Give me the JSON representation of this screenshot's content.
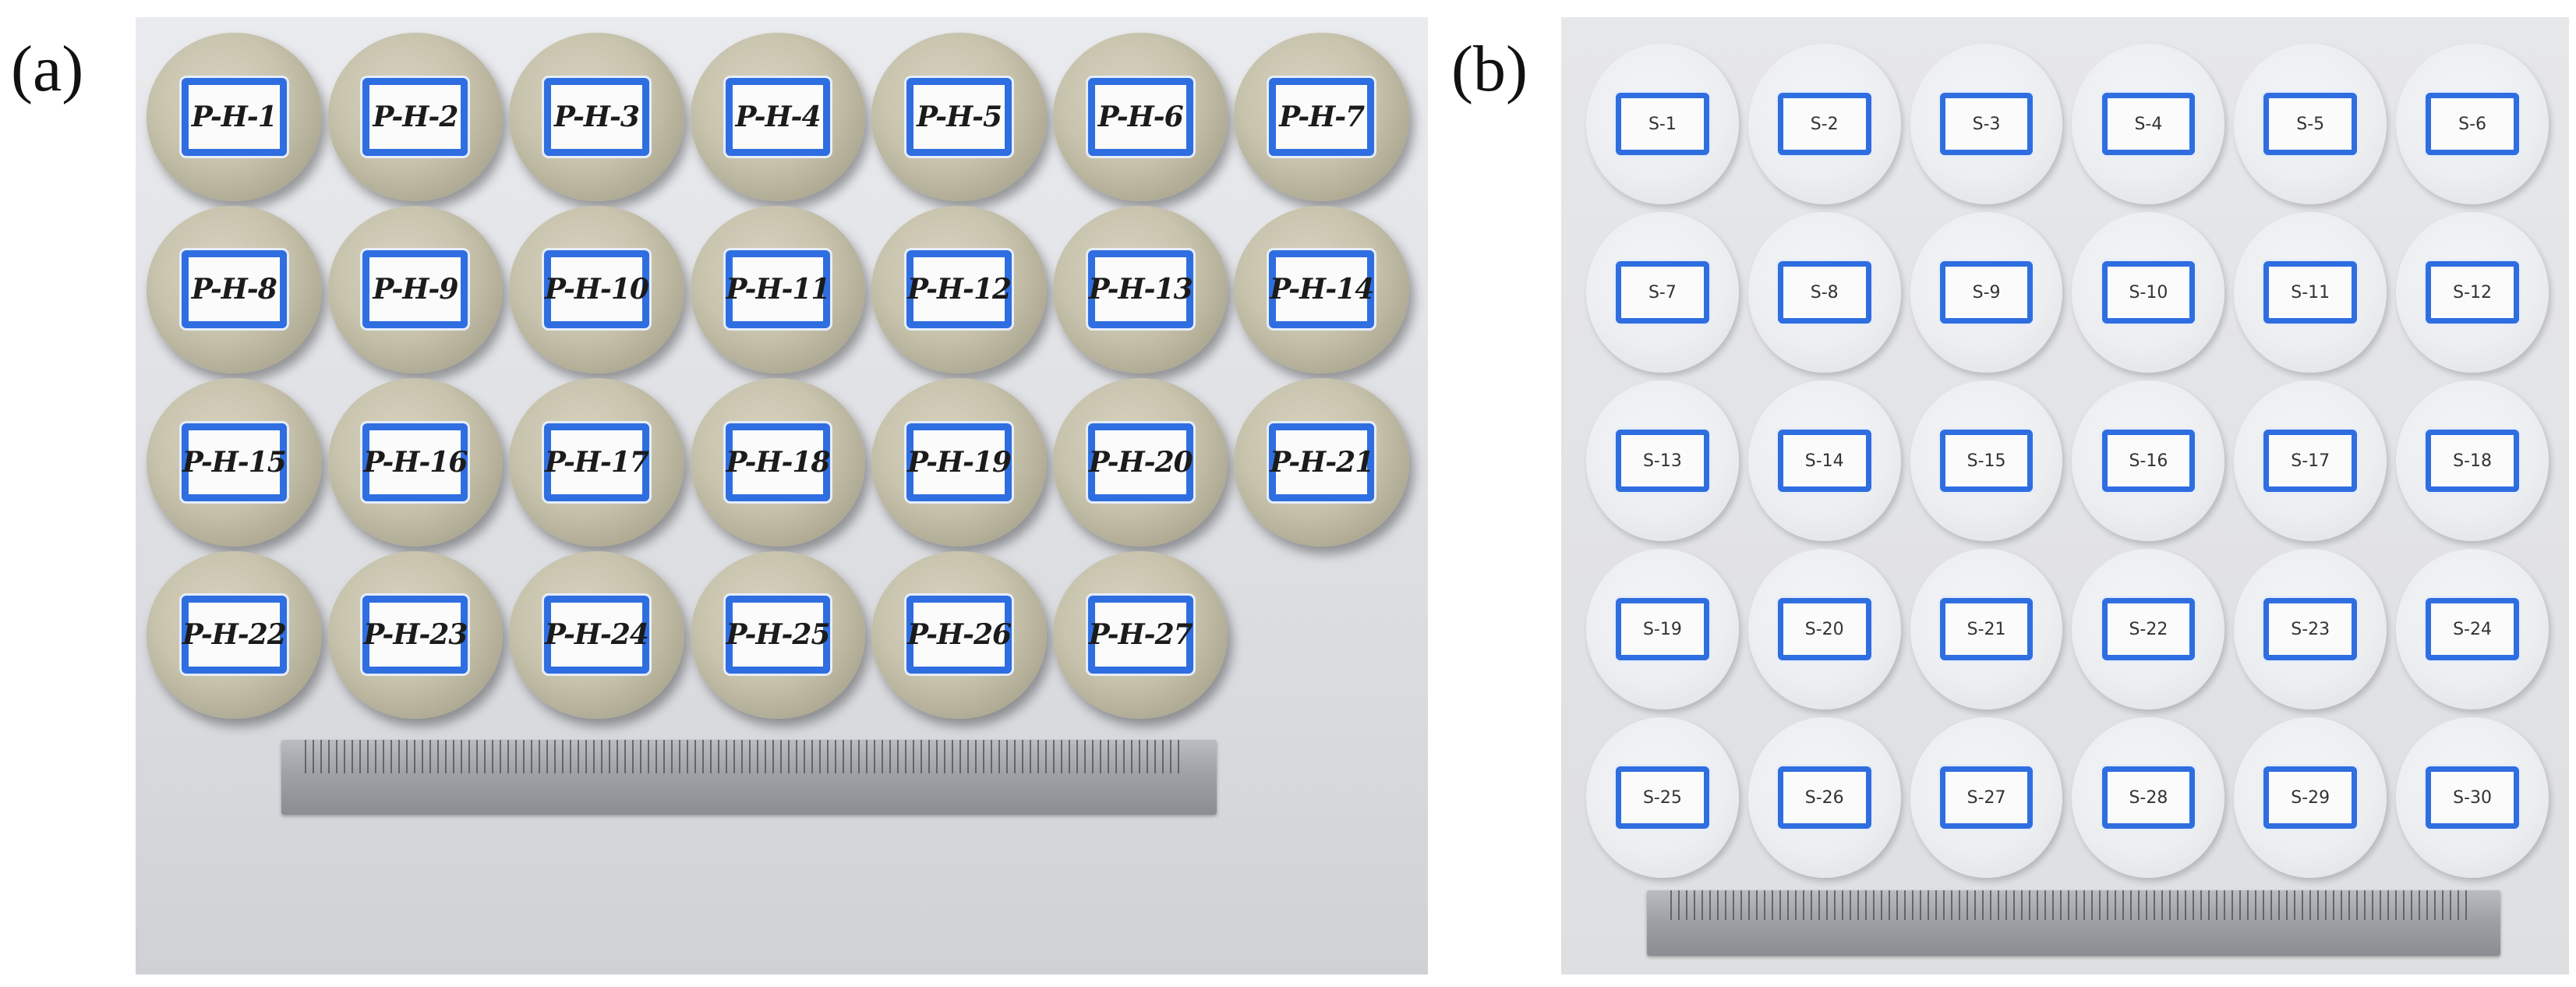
{
  "panel_a": {
    "letter": "(a)",
    "rows": [
      [
        "P-H-1",
        "P-H-2",
        "P-H-3",
        "P-H-4",
        "P-H-5",
        "P-H-6",
        "P-H-7"
      ],
      [
        "P-H-8",
        "P-H-9",
        "P-H-10",
        "P-H-11",
        "P-H-12",
        "P-H-13",
        "P-H-14"
      ],
      [
        "P-H-15",
        "P-H-16",
        "P-H-17",
        "P-H-18",
        "P-H-19",
        "P-H-20",
        "P-H-21"
      ],
      [
        "P-H-22",
        "P-H-23",
        "P-H-24",
        "P-H-25",
        "P-H-26",
        "P-H-27"
      ]
    ]
  },
  "panel_b": {
    "letter": "(b)",
    "rows": [
      [
        "S-1",
        "S-2",
        "S-3",
        "S-4",
        "S-5",
        "S-6"
      ],
      [
        "S-7",
        "S-8",
        "S-9",
        "S-10",
        "S-11",
        "S-12"
      ],
      [
        "S-13",
        "S-14",
        "S-15",
        "S-16",
        "S-17",
        "S-18"
      ],
      [
        "S-19",
        "S-20",
        "S-21",
        "S-22",
        "S-23",
        "S-24"
      ],
      [
        "S-25",
        "S-26",
        "S-27",
        "S-28",
        "S-29",
        "S-30"
      ]
    ]
  },
  "colors": {
    "tag_border": "#2f6ee0",
    "core": "#c8c3ad",
    "disc": "#eceef0",
    "ruler": "#9ea2a7"
  }
}
